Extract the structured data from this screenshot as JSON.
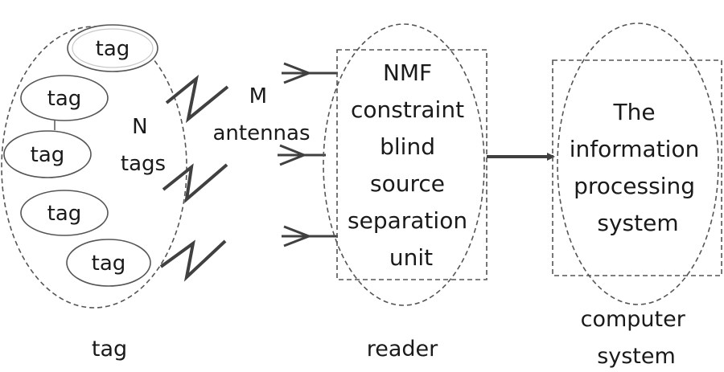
{
  "tag_label": "tag",
  "n_tags": [
    "N",
    "tags"
  ],
  "m_antennas": [
    "M",
    "antennas"
  ],
  "nmf_unit": [
    "NMF",
    "constraint",
    "blind",
    "source",
    "separation",
    "unit"
  ],
  "info_system": [
    "The",
    "information",
    "processing",
    "system"
  ],
  "captions": {
    "tag": "tag",
    "reader": "reader",
    "computer": [
      "computer",
      "system"
    ]
  },
  "colors": {
    "stroke": "#555555",
    "arrow": "#404040",
    "text": "#1a1a1a"
  }
}
